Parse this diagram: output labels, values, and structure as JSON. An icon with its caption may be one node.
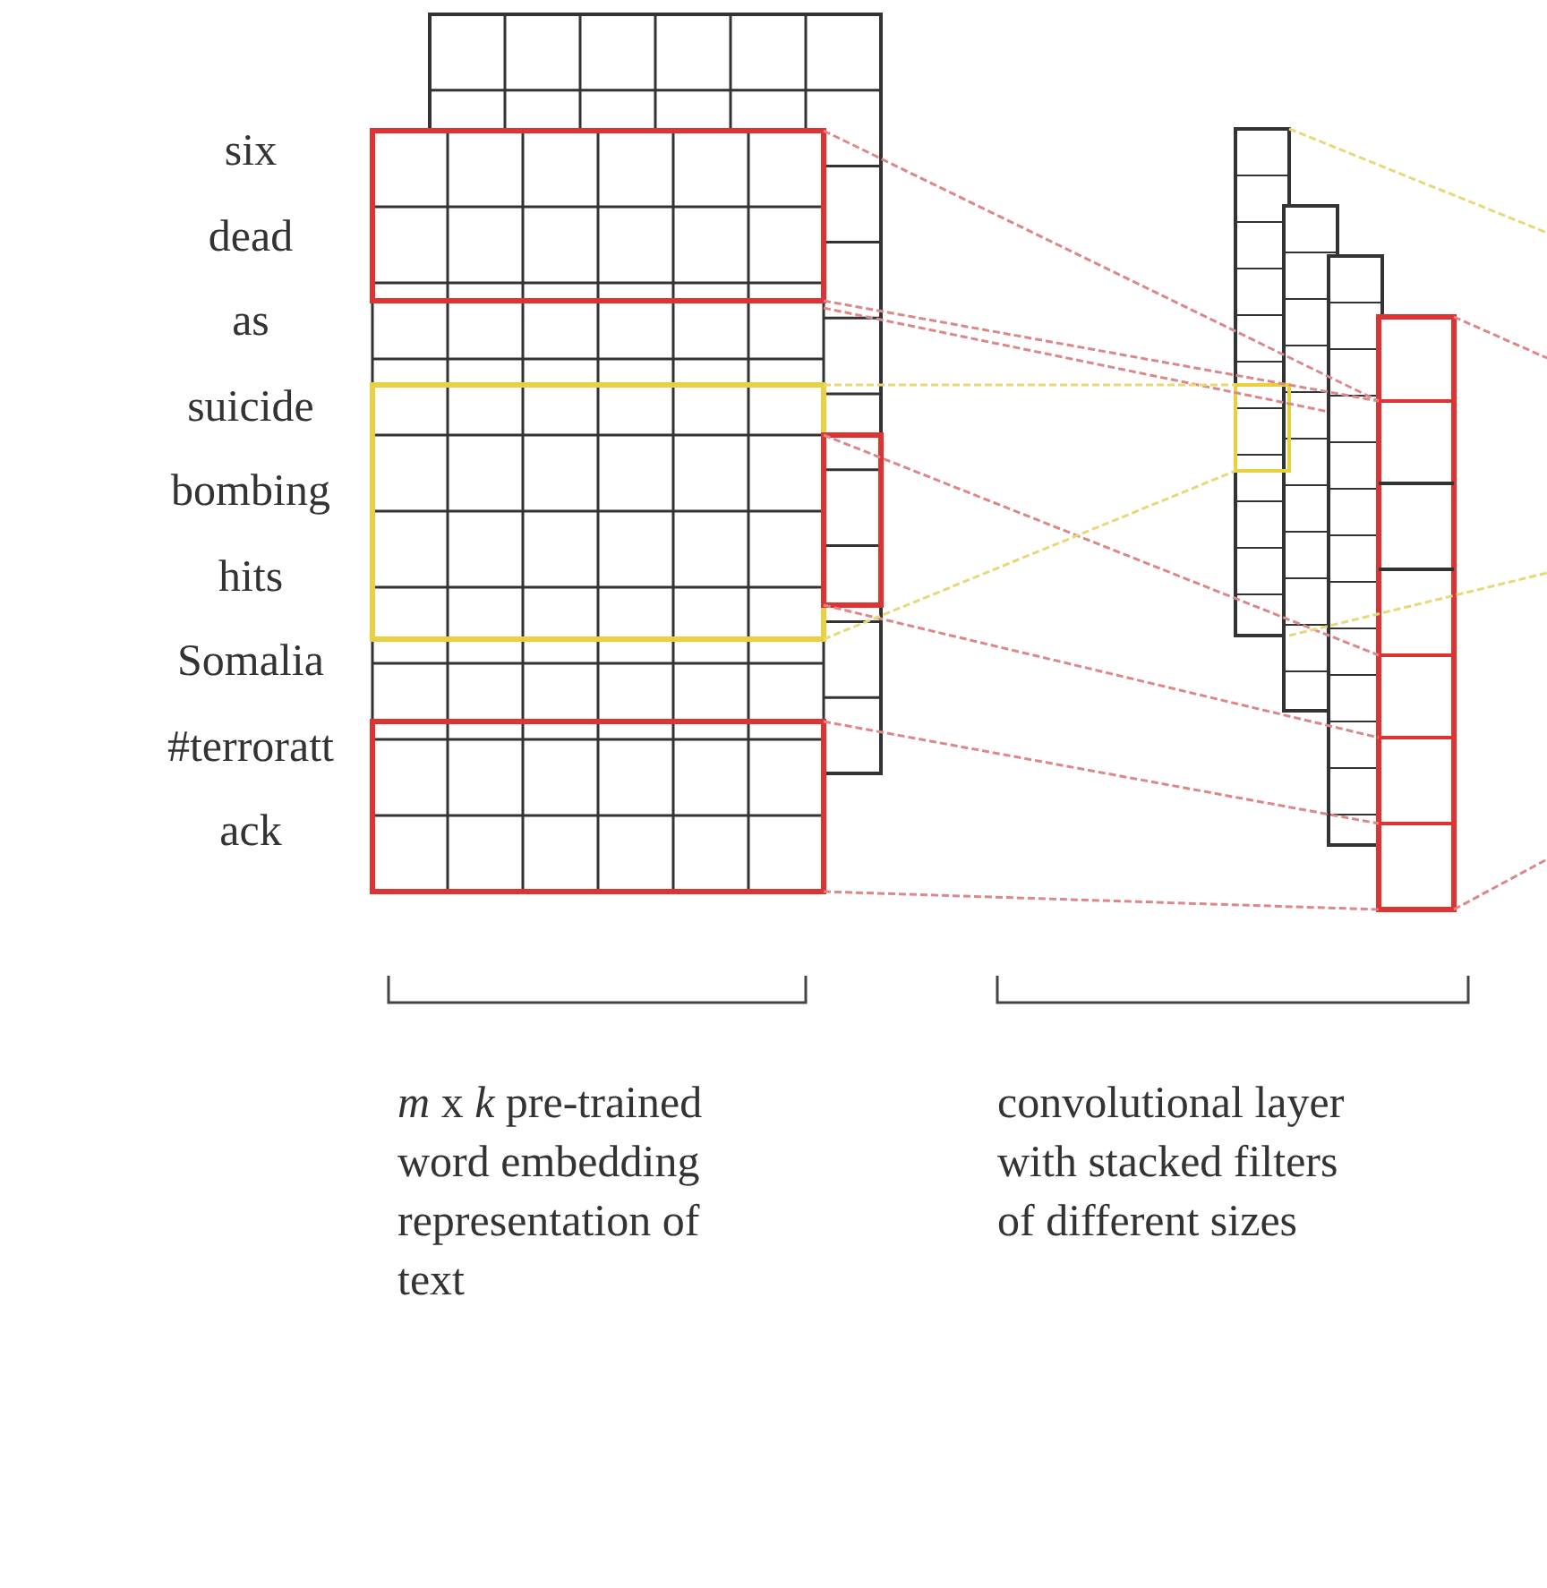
{
  "diagram": {
    "labels": [
      "six",
      "dead",
      "as",
      "suicide",
      "bombing",
      "hits",
      "Somalia",
      "#terroratt",
      "ack",
      "*m* x *k*  pre-trained word embedding representation of text",
      "convolutional layer with stacked filters of different sizes"
    ]
  }
}
